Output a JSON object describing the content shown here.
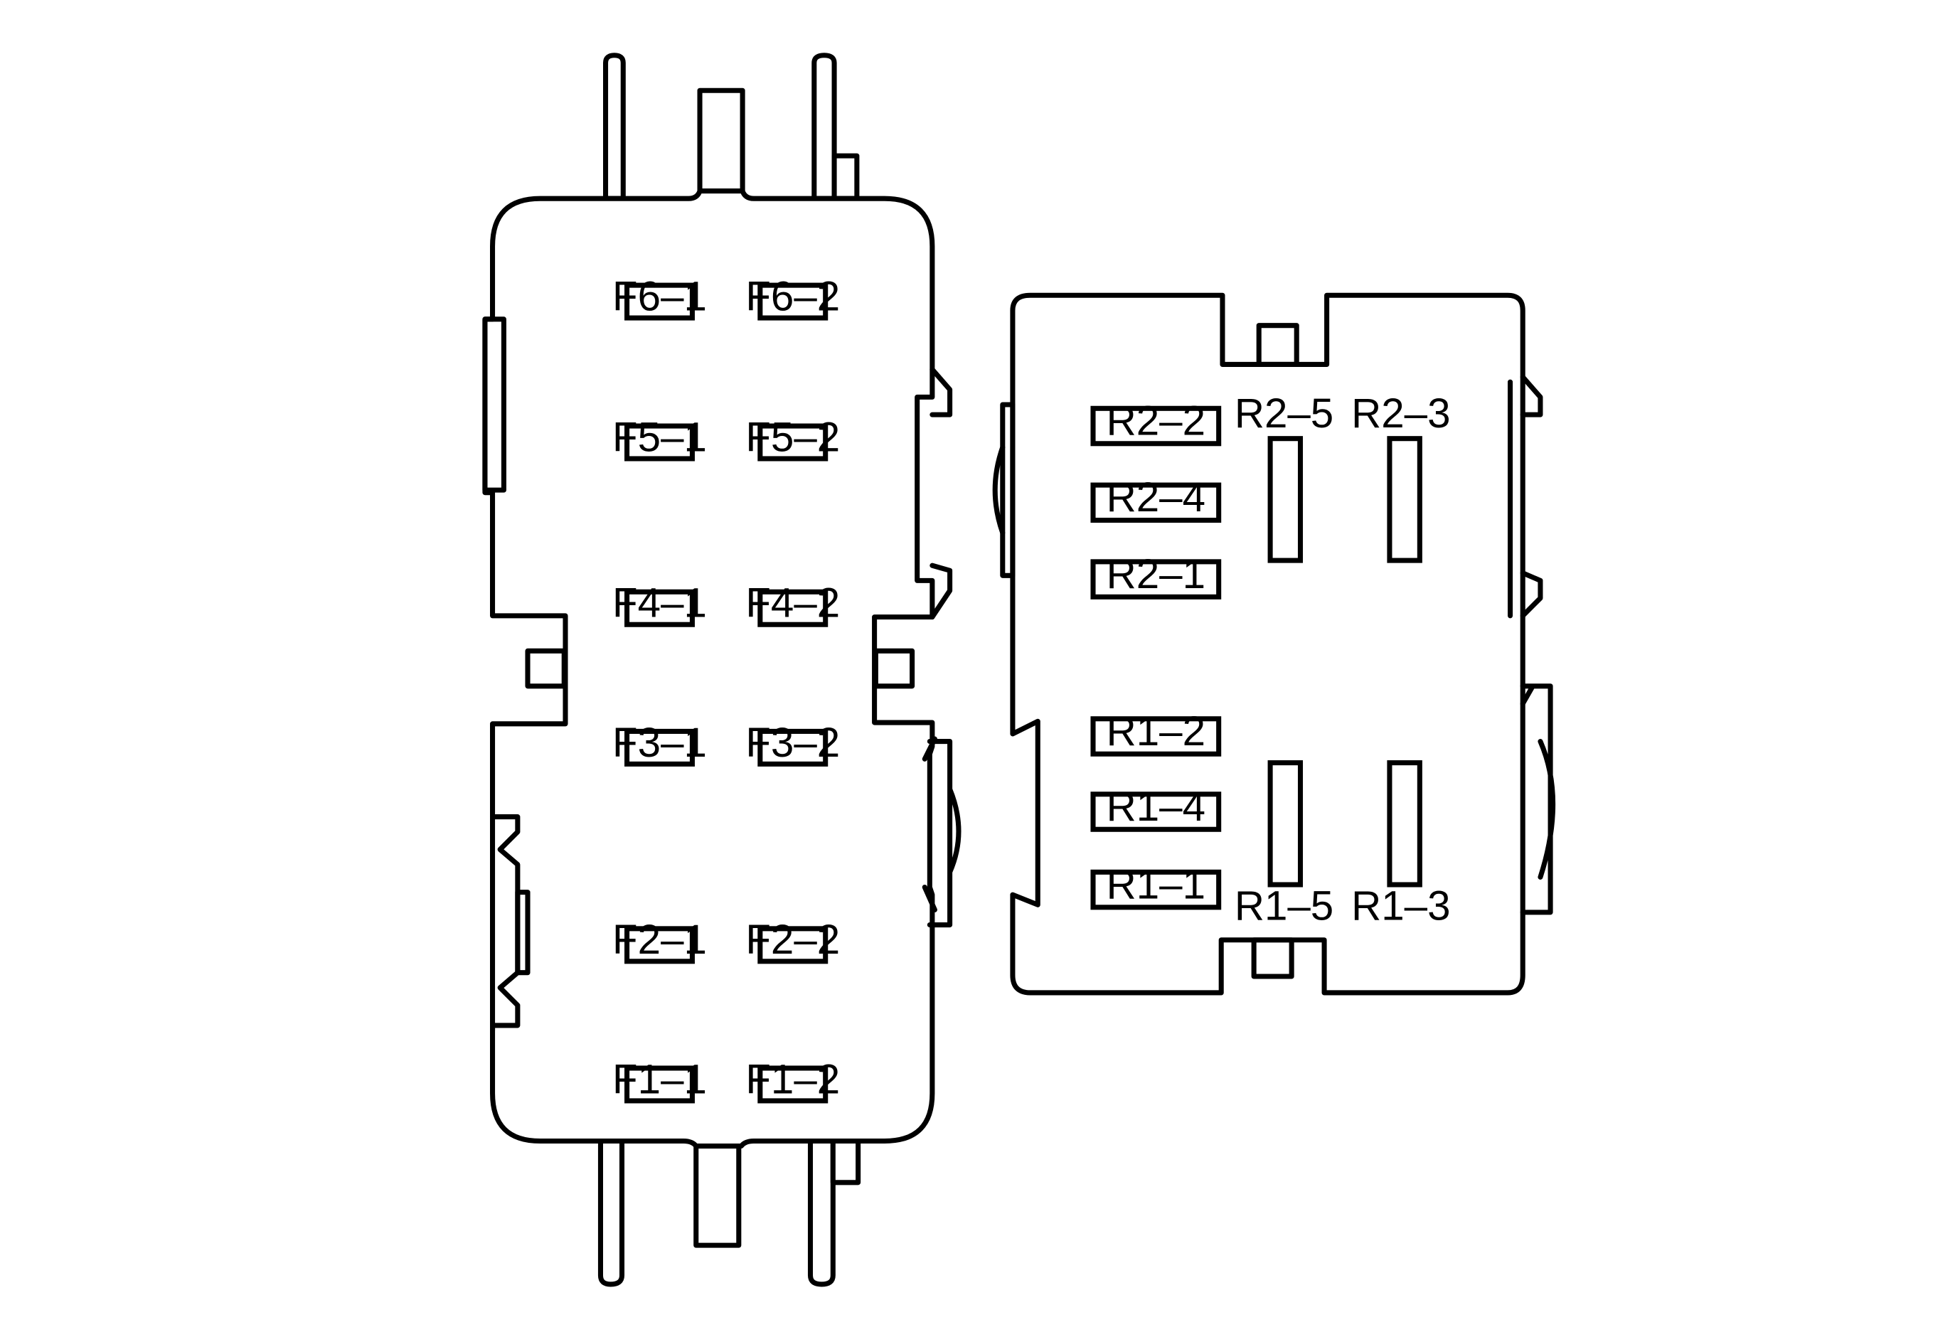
{
  "colors": {
    "line": "#000000",
    "background": "#ffffff"
  },
  "front_block": {
    "labels": [
      {
        "id": "f6-1",
        "text": "F6–1"
      },
      {
        "id": "f6-2",
        "text": "F6–2"
      },
      {
        "id": "f5-1",
        "text": "F5–1"
      },
      {
        "id": "f5-2",
        "text": "F5–2"
      },
      {
        "id": "f4-1",
        "text": "F4–1"
      },
      {
        "id": "f4-2",
        "text": "F4–2"
      },
      {
        "id": "f3-1",
        "text": "F3–1"
      },
      {
        "id": "f3-2",
        "text": "F3–2"
      },
      {
        "id": "f2-1",
        "text": "F2–1"
      },
      {
        "id": "f2-2",
        "text": "F2–2"
      },
      {
        "id": "f1-1",
        "text": "F1–1"
      },
      {
        "id": "f1-2",
        "text": "F1–2"
      }
    ]
  },
  "rear_block": {
    "box_labels": [
      {
        "id": "r2-2",
        "text": "R2–2"
      },
      {
        "id": "r2-4",
        "text": "R2–4"
      },
      {
        "id": "r2-1",
        "text": "R2–1"
      },
      {
        "id": "r1-2",
        "text": "R1–2"
      },
      {
        "id": "r1-4",
        "text": "R1–4"
      },
      {
        "id": "r1-1",
        "text": "R1–1"
      }
    ],
    "slot_labels": [
      {
        "id": "r2-5",
        "text": "R2–5"
      },
      {
        "id": "r2-3",
        "text": "R2–3"
      },
      {
        "id": "r1-5",
        "text": "R1–5"
      },
      {
        "id": "r1-3",
        "text": "R1–3"
      }
    ]
  }
}
